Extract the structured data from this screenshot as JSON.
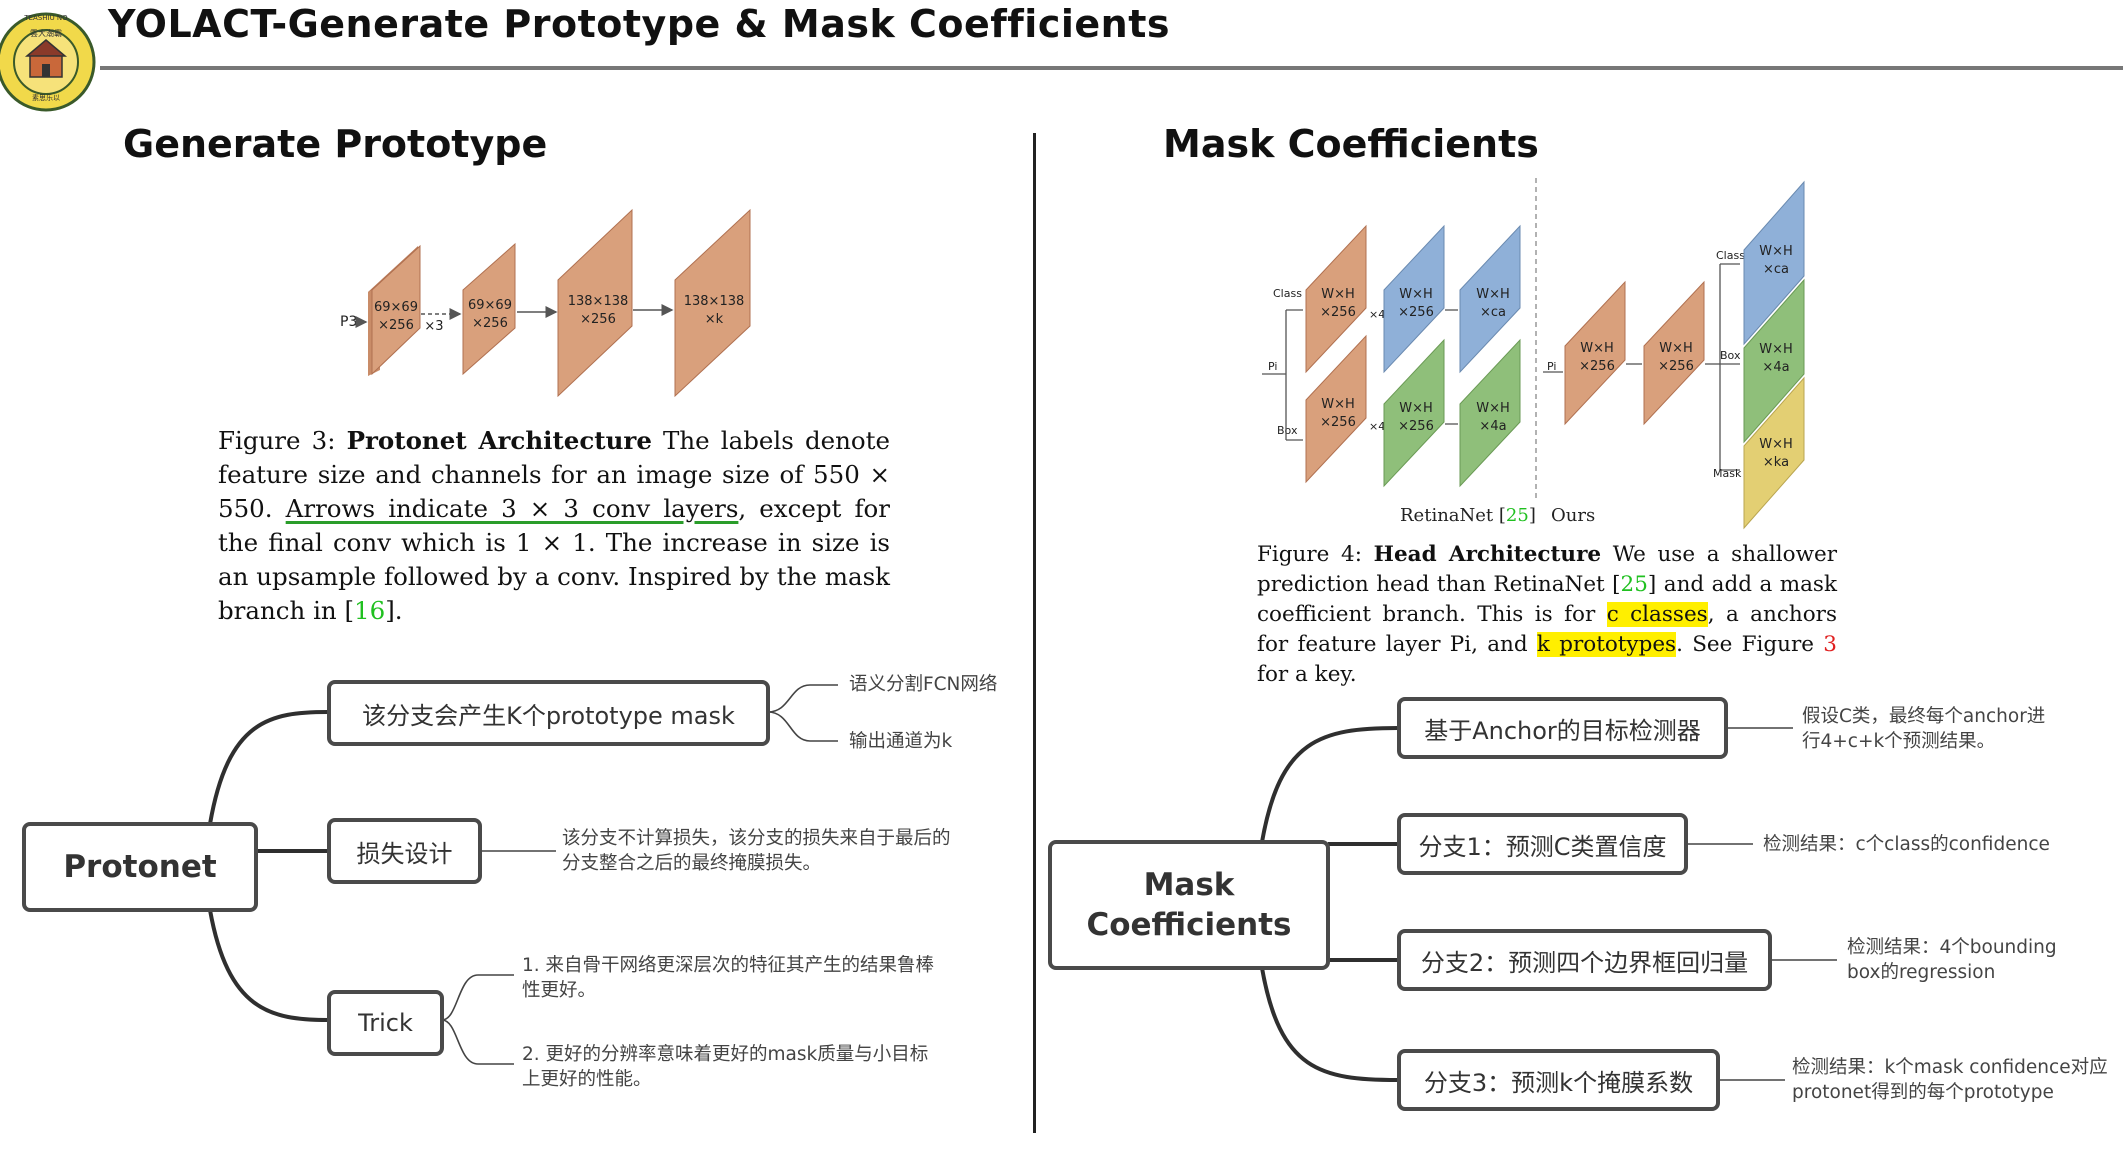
{
  "slide": {
    "title": "YOLACT-Generate Prototype & Mask Coefficients"
  },
  "logo": {
    "top_text": "TEASHIU NO",
    "center_text": "雲大潮霸",
    "bottom_text": "素思乐以"
  },
  "left": {
    "section_title": "Generate Prototype",
    "figure": {
      "input_label": "P3",
      "repeat_label": "×3",
      "cubes": [
        {
          "line1": "69×69",
          "line2": "×256"
        },
        {
          "line1": "69×69",
          "line2": "×256"
        },
        {
          "line1": "138×138",
          "line2": "×256"
        },
        {
          "line1": "138×138",
          "line2": "×k"
        }
      ]
    },
    "caption": {
      "prefix": "Figure 3: ",
      "bold": "Protonet Architecture",
      "part1": "  The labels denote feature size and channels for an image size of 550 × 550. ",
      "underlined": "Arrows indicate 3 × 3 conv layers",
      "part2": ", except for the final conv which is 1 × 1.  The increase in size is an upsample followed by a conv. Inspired by the mask branch in [",
      "ref": "16",
      "part3": "]."
    },
    "mindmap": {
      "root": "Protonet",
      "branches": [
        {
          "label": "该分支会产生K个prototype mask",
          "leaves": [
            "语义分割FCN网络",
            "输出通道为k"
          ]
        },
        {
          "label": "损失设计",
          "leaves": [
            "该分支不计算损失，该分支的损失来自于最后的分支整合之后的最终掩膜损失。"
          ]
        },
        {
          "label": "Trick",
          "leaves": [
            "1. 来自骨干网络更深层次的特征其产生的结果鲁棒性更好。",
            "2. 更好的分辨率意味着更好的mask质量与小目标上更好的性能。"
          ]
        }
      ]
    }
  },
  "right": {
    "section_title": "Mask Coefficients",
    "figure": {
      "retinanet_label": "RetinaNet [",
      "retinanet_ref": "25",
      "retinanet_close": "]",
      "ours_label": "Ours",
      "labels": {
        "class": "Class",
        "box": "Box",
        "mask": "Mask",
        "pi": "Pi",
        "x4": "×4"
      },
      "retina_cubes": [
        {
          "line1": "W×H",
          "line2": "×256"
        },
        {
          "line1": "W×H",
          "line2": "×256"
        },
        {
          "line1": "W×H",
          "line2": "×ca"
        },
        {
          "line1": "W×H",
          "line2": "×256"
        },
        {
          "line1": "W×H",
          "line2": "×256"
        },
        {
          "line1": "W×H",
          "line2": "×4a"
        }
      ],
      "ours_cubes": [
        {
          "line1": "W×H",
          "line2": "×256"
        },
        {
          "line1": "W×H",
          "line2": "×256"
        },
        {
          "line1": "W×H",
          "line2": "×ca"
        },
        {
          "line1": "W×H",
          "line2": "×4a"
        },
        {
          "line1": "W×H",
          "line2": "×ka"
        }
      ],
      "colors": {
        "conv": "#d9a07c",
        "class": "#8fb0d8",
        "box": "#8fbf7a",
        "mask": "#e3cf73"
      }
    },
    "caption": {
      "prefix": "Figure 4: ",
      "bold": "Head Architecture",
      "part1": "  We use a shallower prediction head than RetinaNet [",
      "ref1": "25",
      "part2": "] and add a mask coefficient branch. This is for ",
      "hl1": "c classes",
      "part3": ", a anchors for feature layer Pi, and ",
      "hl2": "k prototypes",
      "part4": ". See Figure ",
      "ref2": "3",
      "part5": " for a key."
    },
    "mindmap": {
      "root": "Mask Coefficients",
      "branches": [
        {
          "label": "基于Anchor的目标检测器",
          "leaves": [
            "假设C类，最终每个anchor进行4+c+k个预测结果。"
          ]
        },
        {
          "label": "分支1：预测C类置信度",
          "leaves": [
            "检测结果：c个class的confidence"
          ]
        },
        {
          "label": "分支2：预测四个边界框回归量",
          "leaves": [
            "检测结果：4个bounding box的regression"
          ]
        },
        {
          "label": "分支3：预测k个掩膜系数",
          "leaves": [
            "检测结果：k个mask confidence对应protonet得到的每个prototype"
          ]
        }
      ]
    }
  }
}
